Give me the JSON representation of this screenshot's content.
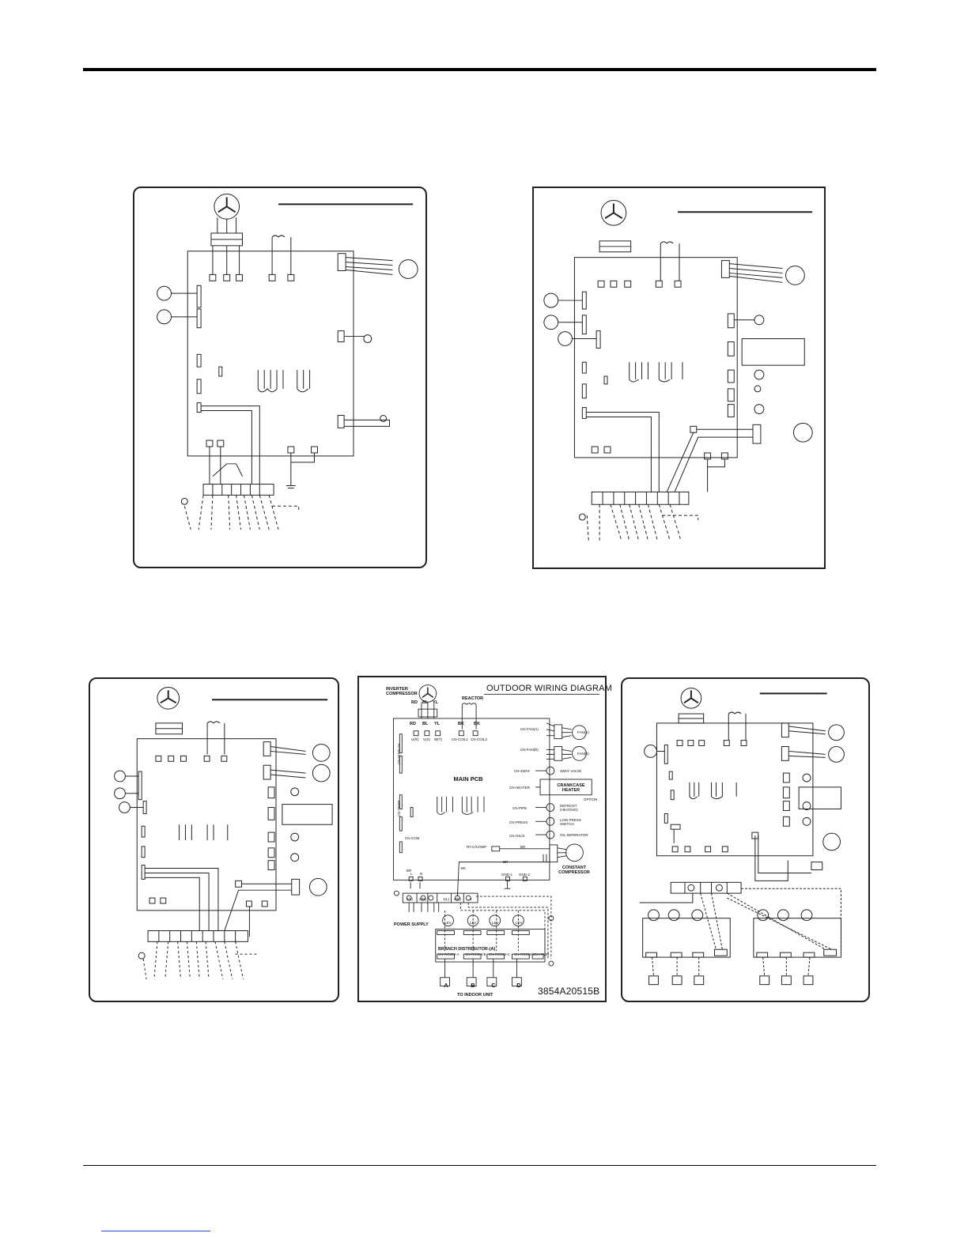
{
  "diagram_4": {
    "title": "OUTDOOR WIRING DIAGRAM",
    "part_number": "3854A20515B",
    "components": {
      "inverter_compressor": "INVERTER COMPRESSOR",
      "reactor": "REACTOR",
      "main_pcb": "MAIN PCB",
      "four_way_valve": "4WAY VALVE",
      "crankcase_heater": "CRANKCASE HEATER",
      "option": "OPTION",
      "defrost": "DEFROST (HEATING)",
      "low_press_switch": "LOW PRESS SWITCH",
      "oil_separator": "OIL SEPERATOR",
      "constant_compressor": "CONSTANT COMPRESSOR",
      "power_supply": "POWER SUPPLY",
      "branch_distributor": "BRANCH DISTRIBUTOR-(A)",
      "to_indoor_unit": "TO INDOOR UNIT"
    },
    "wire_colors_top": [
      "RD",
      "BL",
      "YL"
    ],
    "board_terminals_top": [
      "RD",
      "BL",
      "YL",
      "BK",
      "BK"
    ],
    "board_terminal_names": [
      "U(R)",
      "V(S)",
      "W(T)",
      "CN-COIL1",
      "CN-COIL2"
    ],
    "right_connectors": [
      "CN-FAN(A)",
      "CN-FAN(B)",
      "CN-4WAY",
      "CN-HEATER",
      "CN-PIPE",
      "CN-PRESS",
      "CN-OIL/S"
    ],
    "left_connectors": [
      "CN-COM",
      "CN-TEMP",
      "CN-DISPLAY"
    ],
    "relay": "RY-C/COMP",
    "ground_labels": [
      "GND-1",
      "GND-2"
    ],
    "power_terminals": [
      "1(L)",
      "2(N)",
      "1(L)",
      "2(N)",
      "3"
    ],
    "fan_labels": [
      "FAN(A)",
      "FAN(B)"
    ],
    "lev_labels": [
      "LEV",
      "LEV",
      "LEV",
      "LEV"
    ],
    "room_connectors": [
      "CN-ROOM-A",
      "CN-ROOM-B",
      "CN-ROOM-C",
      "CN-ROOM-D",
      "CN-PWR"
    ],
    "indoor_units": [
      "A",
      "B",
      "C",
      "D"
    ],
    "wire_labels": [
      "BR",
      "BR",
      "BR",
      "BK",
      "BR",
      "BR"
    ],
    "terminal_letters": [
      "L",
      "N"
    ]
  }
}
